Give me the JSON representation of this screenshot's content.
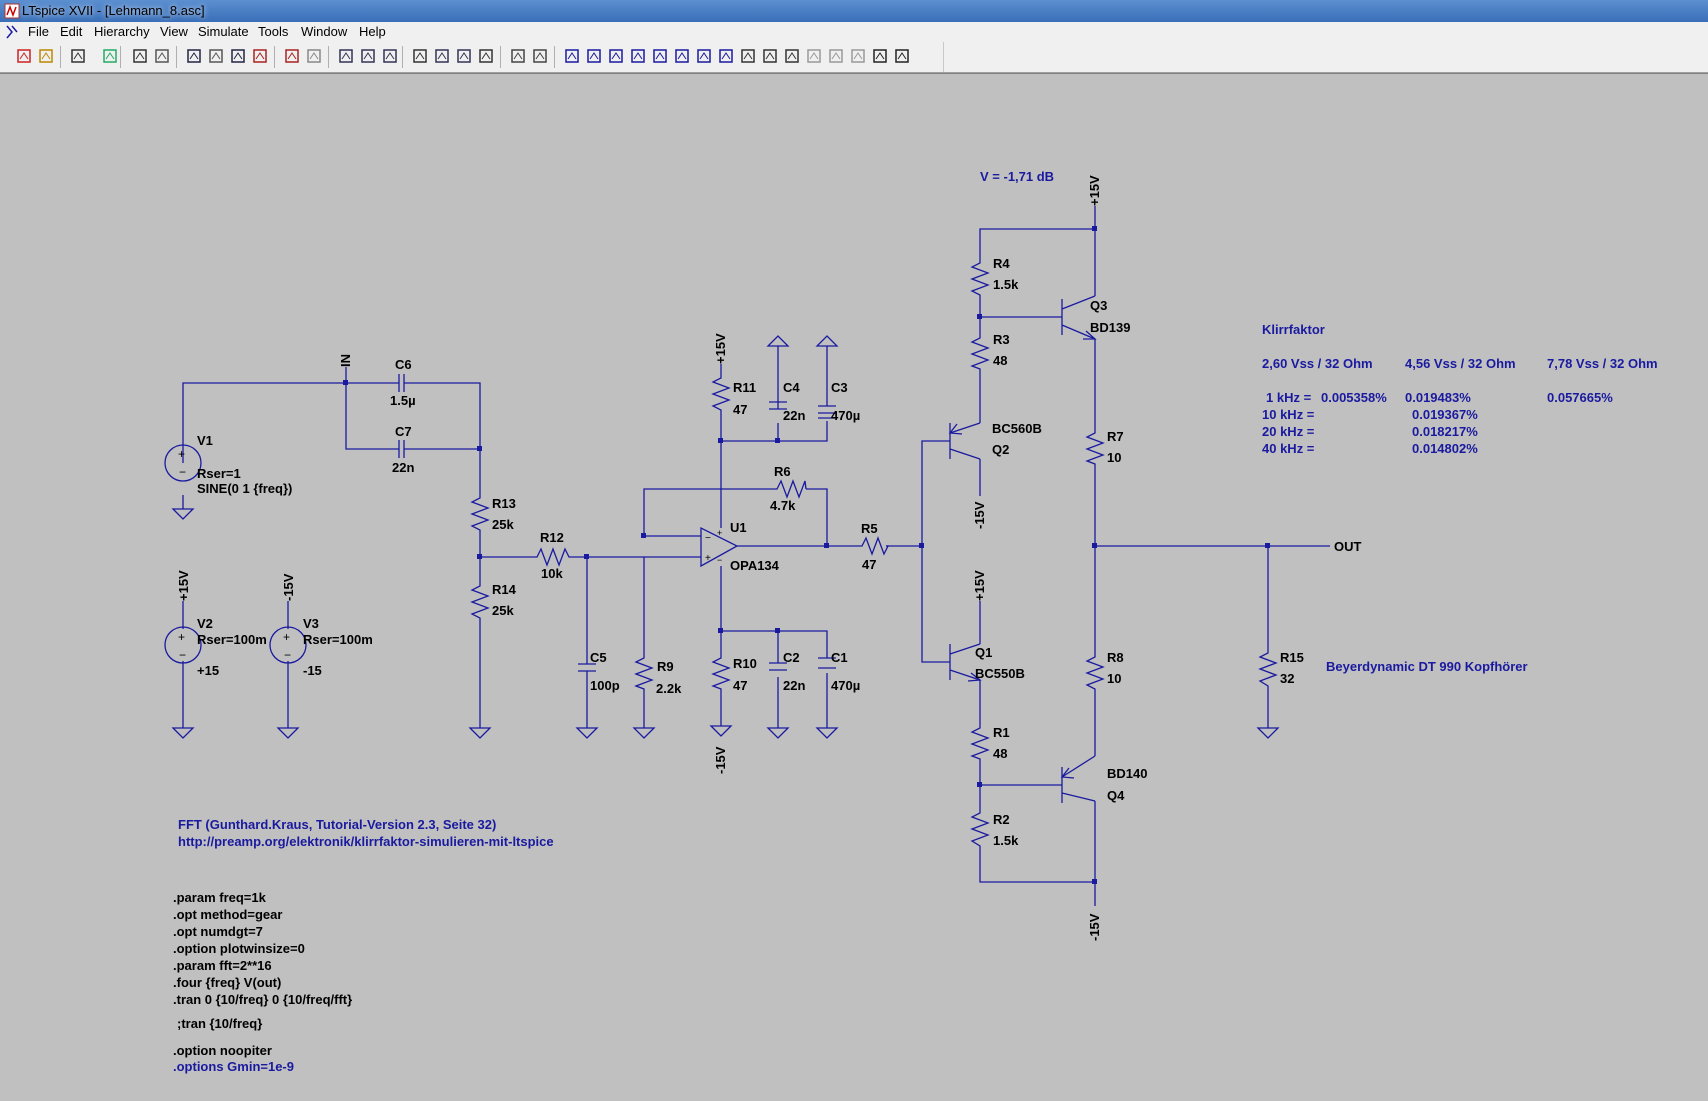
{
  "window": {
    "title": "LTspice XVII - [Lehmann_8.asc]"
  },
  "menu": [
    "File",
    "Edit",
    "Hierarchy",
    "View",
    "Simulate",
    "Tools",
    "Window",
    "Help"
  ],
  "toolbar_icons": [
    "new-schematic",
    "open",
    "save",
    "control-panel",
    "run",
    "halt",
    "zoom-in",
    "pan",
    "zoom-out",
    "zoom-fit",
    "autoscale",
    "zoom-reset",
    "tile-horizontal",
    "tile-vertical",
    "cascade",
    "cut",
    "copy",
    "paste",
    "find",
    "print-preview",
    "print",
    "draw-wire",
    "ground",
    "label-net",
    "resistor",
    "capacitor",
    "inductor",
    "diode",
    "component",
    "move",
    "drag",
    "undo",
    "redo",
    "rotate",
    "mirror",
    "text",
    "spice-directive"
  ],
  "components": {
    "V1": {
      "name": "V1",
      "p1": "Rser=1",
      "p2": "SINE(0 1 {freq})"
    },
    "V2": {
      "name": "V2",
      "p1": "Rser=100m",
      "p2": "+15"
    },
    "V3": {
      "name": "V3",
      "p1": "Rser=100m",
      "p2": "-15"
    },
    "C6": {
      "name": "C6",
      "value": "1.5µ"
    },
    "C7": {
      "name": "C7",
      "value": "22n"
    },
    "R13": {
      "name": "R13",
      "value": "25k"
    },
    "R14": {
      "name": "R14",
      "value": "25k"
    },
    "R12": {
      "name": "R12",
      "value": "10k"
    },
    "C5": {
      "name": "C5",
      "value": "100p"
    },
    "R9": {
      "name": "R9",
      "value": "2.2k"
    },
    "R11": {
      "name": "R11",
      "value": "47"
    },
    "C4": {
      "name": "C4",
      "value": "22n"
    },
    "C3": {
      "name": "C3",
      "value": "470µ"
    },
    "R6": {
      "name": "R6",
      "value": "4.7k"
    },
    "U1": {
      "name": "U1",
      "value": "OPA134"
    },
    "R5": {
      "name": "R5",
      "value": "47"
    },
    "R10": {
      "name": "R10",
      "value": "47"
    },
    "C2": {
      "name": "C2",
      "value": "22n"
    },
    "C1": {
      "name": "C1",
      "value": "470µ"
    },
    "R4": {
      "name": "R4",
      "value": "1.5k"
    },
    "R3": {
      "name": "R3",
      "value": "48"
    },
    "Q3": {
      "name": "Q3",
      "value": "BD139"
    },
    "Q2": {
      "name": "Q2",
      "value": "BC560B"
    },
    "R7": {
      "name": "R7",
      "value": "10"
    },
    "Q1": {
      "name": "Q1",
      "value": "BC550B"
    },
    "R8": {
      "name": "R8",
      "value": "10"
    },
    "R1": {
      "name": "R1",
      "value": "48"
    },
    "Q4": {
      "name": "Q4",
      "value": "BD140"
    },
    "R2": {
      "name": "R2",
      "value": "1.5k"
    },
    "R15": {
      "name": "R15",
      "value": "32"
    }
  },
  "nets": {
    "in": "IN",
    "out": "OUT",
    "pos": "+15V",
    "neg": "-15V"
  },
  "notes": {
    "gain": "V = -1,71 dB",
    "klirr_title": "Klirrfaktor",
    "col1": "2,60 Vss / 32 Ohm",
    "col2": "4,56 Vss / 32 Ohm",
    "col3": "7,78 Vss / 32 Ohm",
    "rows": [
      {
        "f": "1 kHz =",
        "v1": "0.005358%",
        "v2": "0.019483%",
        "v3": "0.057665%"
      },
      {
        "f": "10 kHz =",
        "v1": "",
        "v2": "0.019367%",
        "v3": ""
      },
      {
        "f": "20 kHz =",
        "v1": "",
        "v2": "0.018217%",
        "v3": ""
      },
      {
        "f": "40 kHz =",
        "v1": "",
        "v2": "0.014802%",
        "v3": ""
      }
    ],
    "headphones": "Beyerdynamic DT 990 Kopfhörer",
    "fft1": "FFT (Gunthard.Kraus, Tutorial-Version 2.3, Seite 32)",
    "fft2": "http://preamp.org/elektronik/klirrfaktor-simulieren-mit-ltspice"
  },
  "directives": [
    ".param freq=1k",
    ".opt method=gear",
    ".opt numdgt=7",
    ".option plotwinsize=0",
    ".param fft=2**16",
    ".four {freq} V(out)",
    ".tran 0 {10/freq} 0 {10/freq/fft}",
    ";tran {10/freq}",
    ".option noopiter",
    ".options Gmin=1e-9"
  ]
}
